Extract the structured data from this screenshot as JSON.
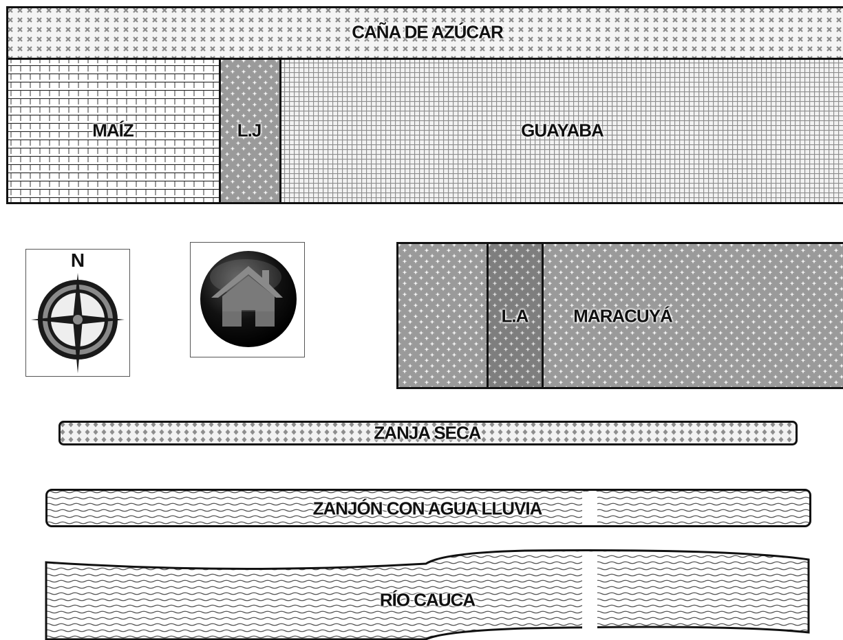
{
  "map": {
    "plots": {
      "cana": "CAÑA DE AZÚCAR",
      "maiz": "MAÍZ",
      "lj": "L.J",
      "guayaba": "GUAYABA",
      "la": "L.A",
      "maracuya": "MARACUYÁ"
    },
    "water": {
      "zanja": "ZANJA SECA",
      "zanjon": "ZANJÓN CON AGUA LLUVIA",
      "rio": "RÍO CAUCA"
    },
    "compass": {
      "north": "N",
      "icon": "compass-rose-icon"
    },
    "home": {
      "icon": "house-icon"
    },
    "colors": {
      "outline": "#111111",
      "pattern_gray": "#8c8c8c",
      "dark_fill": "#1a1a1a",
      "house_gray": "#7a7a7a"
    }
  }
}
